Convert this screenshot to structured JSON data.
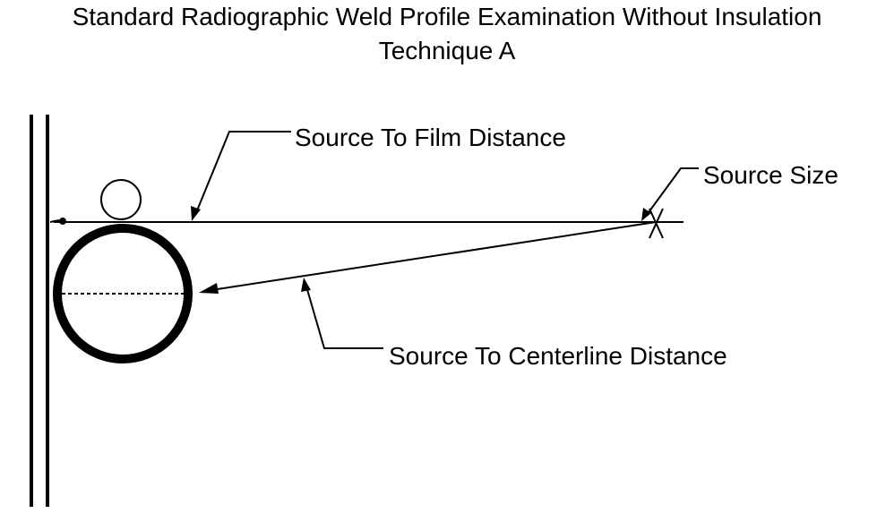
{
  "title": {
    "line1": "Standard Radiographic Weld Profile Examination Without Insulation",
    "line2": "Technique A"
  },
  "labels": {
    "source_to_film_distance": "Source To Film Distance",
    "source_size": "Source Size",
    "source_to_centerline_distance": "Source To Centerline Distance"
  },
  "colors": {
    "ink": "#000000",
    "background": "#ffffff"
  }
}
